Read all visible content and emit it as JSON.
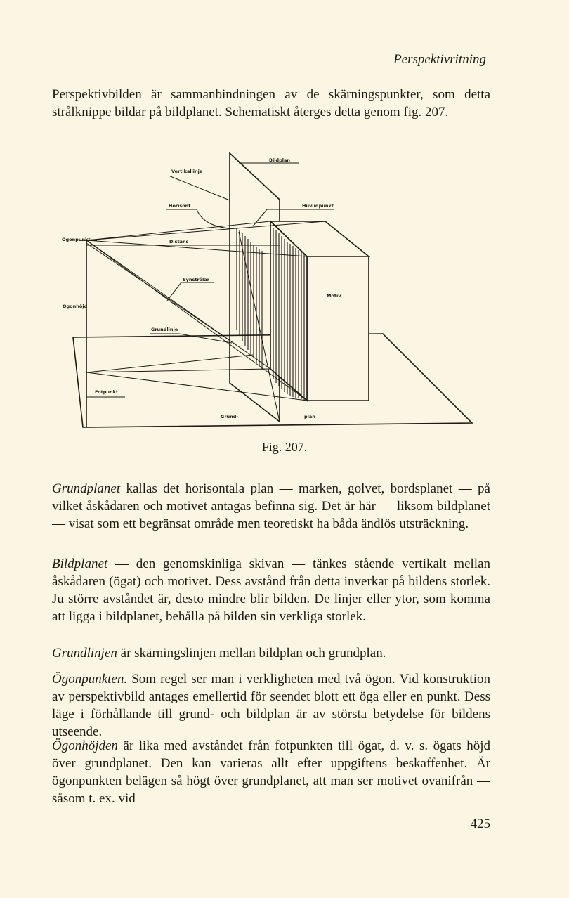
{
  "running_head": "Perspektivritning",
  "intro": "Perspektivbilden är sammanbindningen av de skärningspunkter, som detta strålknippe bildar på bildplanet. Schematiskt återges detta genom fig. 207.",
  "figure": {
    "labels": {
      "bildplan": "Bildplan",
      "vertikallinje": "Vertikallinje",
      "horisont": "Horisont",
      "huvudpunkt": "Huvudpunkt",
      "ogonpunkt": "Ögonpunkt",
      "distans": "Distans",
      "synstralar": "Synstrålar",
      "motiv": "Motiv",
      "ogonhojd": "Ögonhöjd",
      "grundlinje": "Grundlinje",
      "fotpunkt": "Fotpunkt",
      "grund": "Grund-",
      "plan": "plan"
    },
    "caption": "Fig. 207."
  },
  "paragraphs": [
    {
      "term": "Grundplanet",
      "text": " kallas det horisontala plan — marken, golvet, bordsplanet — på vilket åskådaren och motivet antagas befinna sig. Det är här — liksom bildplanet — visat som ett begränsat område men teoretiskt ha båda ändlös utsträckning."
    },
    {
      "term": "Bildplanet",
      "text": " — den genomskinliga skivan — tänkes stående vertikalt mellan åskådaren (ögat) och motivet. Dess avstånd från detta inverkar på bildens storlek. Ju större avståndet är, desto mindre blir bilden. De linjer eller ytor, som komma att ligga i bildplanet, behålla på bilden sin verkliga storlek."
    },
    {
      "term": "Grundlinjen",
      "text": " är skärningslinjen mellan bildplan och grundplan."
    },
    {
      "term": "Ögonpunkten.",
      "text": " Som regel ser man i verkligheten med två ögon. Vid konstruktion av perspektivbild antages emellertid för seendet blott ett öga eller en punkt. Dess läge i förhållande till grund- och bildplan är av största betydelse för bildens utseende."
    },
    {
      "term": "Ögonhöjden",
      "text": " är lika med avståndet från fotpunkten till ögat, d. v. s. ögats höjd över grundplanet. Den kan varieras allt efter uppgiftens beskaffenhet. Är ögonpunkten belägen så högt över grundplanet, att man ser motivet ovanifrån — såsom t. ex. vid"
    }
  ],
  "page_number": "425"
}
